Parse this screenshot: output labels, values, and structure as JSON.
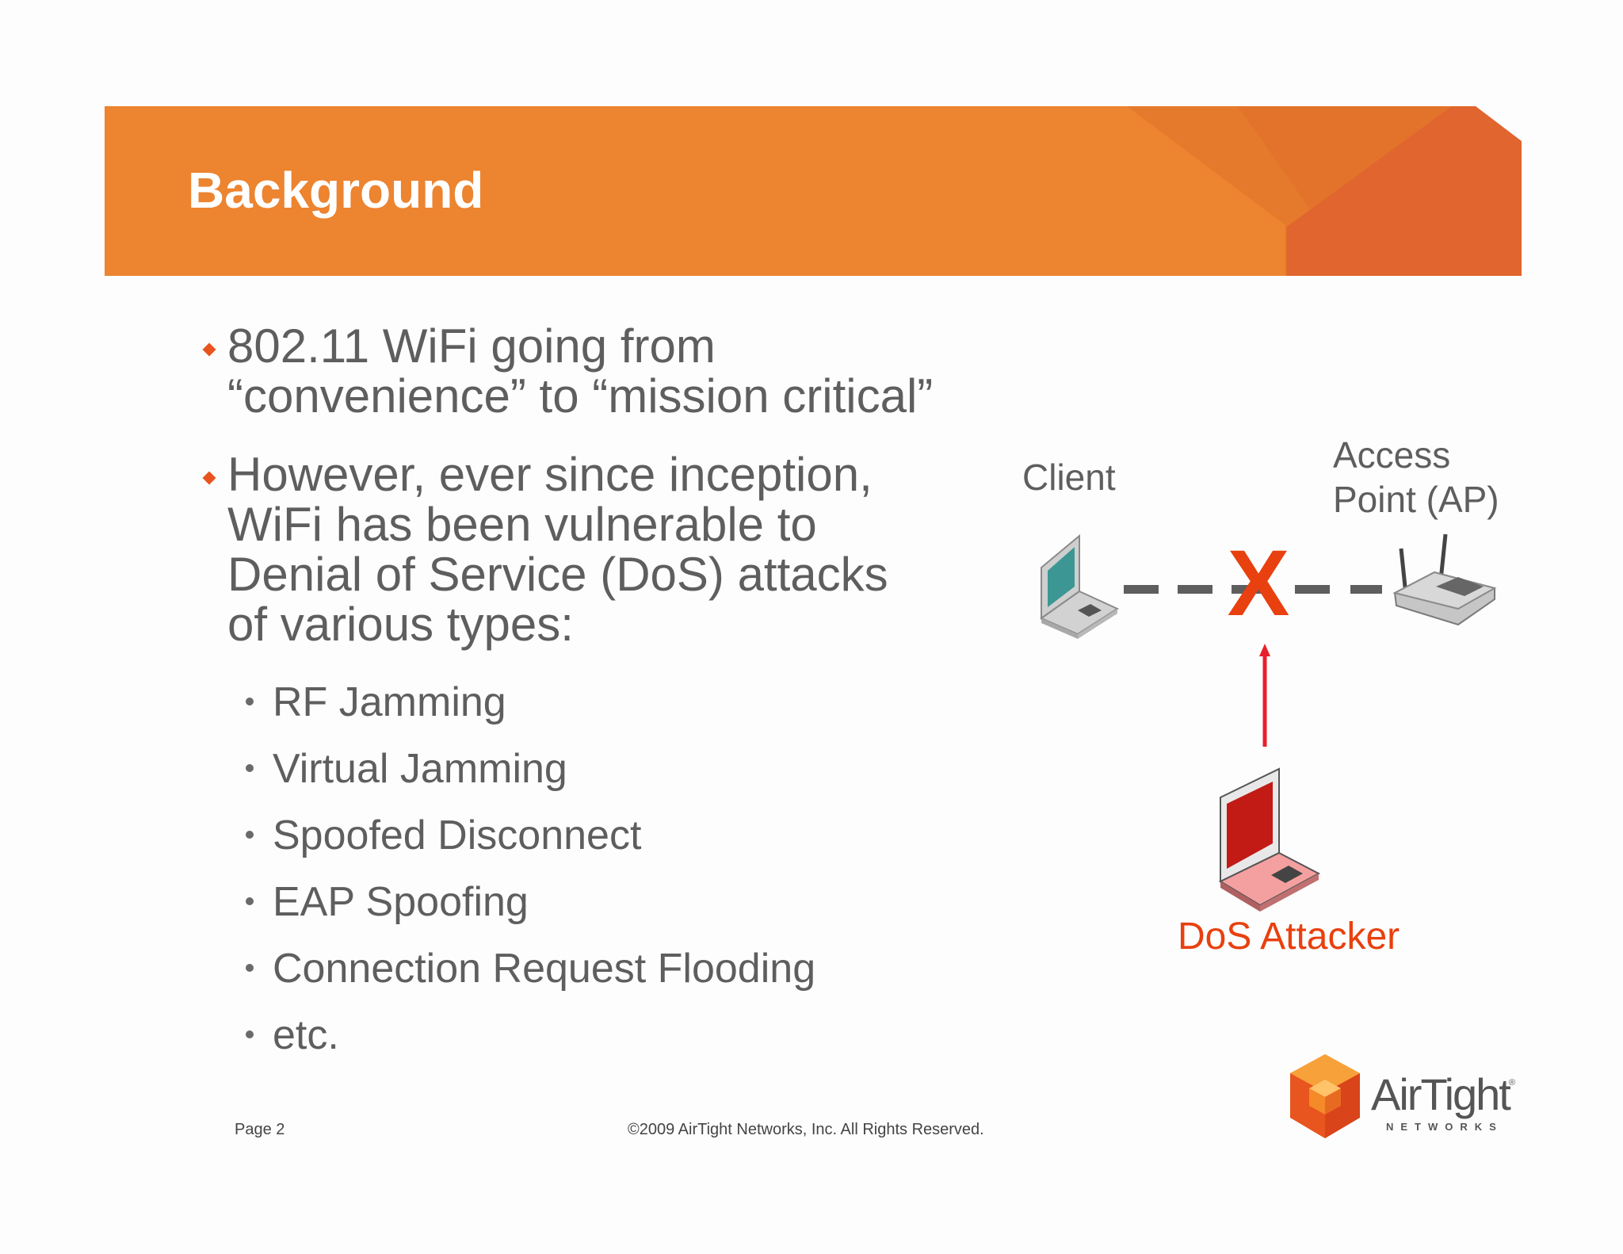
{
  "slide": {
    "title": "Background",
    "bullets": [
      {
        "lines": [
          "802.11 WiFi going from",
          "“convenience” to “mission critical”"
        ]
      },
      {
        "lines": [
          "However, ever since inception,",
          "WiFi has been vulnerable to",
          "Denial of Service (DoS) attacks",
          "of various types:"
        ]
      }
    ],
    "sub_bullets": [
      "RF Jamming",
      "Virtual Jamming",
      "Spoofed Disconnect",
      "EAP Spoofing",
      "Connection Request Flooding",
      "etc."
    ]
  },
  "diagram": {
    "client_label": "Client",
    "ap_label_lines": [
      "Access",
      "Point (AP)"
    ],
    "block_mark": "X",
    "attacker_label": "DoS Attacker"
  },
  "footer": {
    "page": "Page 2",
    "copyright": "©2009 AirTight Networks, Inc. All Rights Reserved."
  },
  "logo": {
    "name": "AirTight",
    "registered": "®",
    "subtitle": "NETWORKS"
  },
  "colors": {
    "banner_orange": "#ec8430",
    "banner_dark": "#e06830",
    "accent_red": "#e8400f",
    "text_gray": "#5e5e5e"
  }
}
